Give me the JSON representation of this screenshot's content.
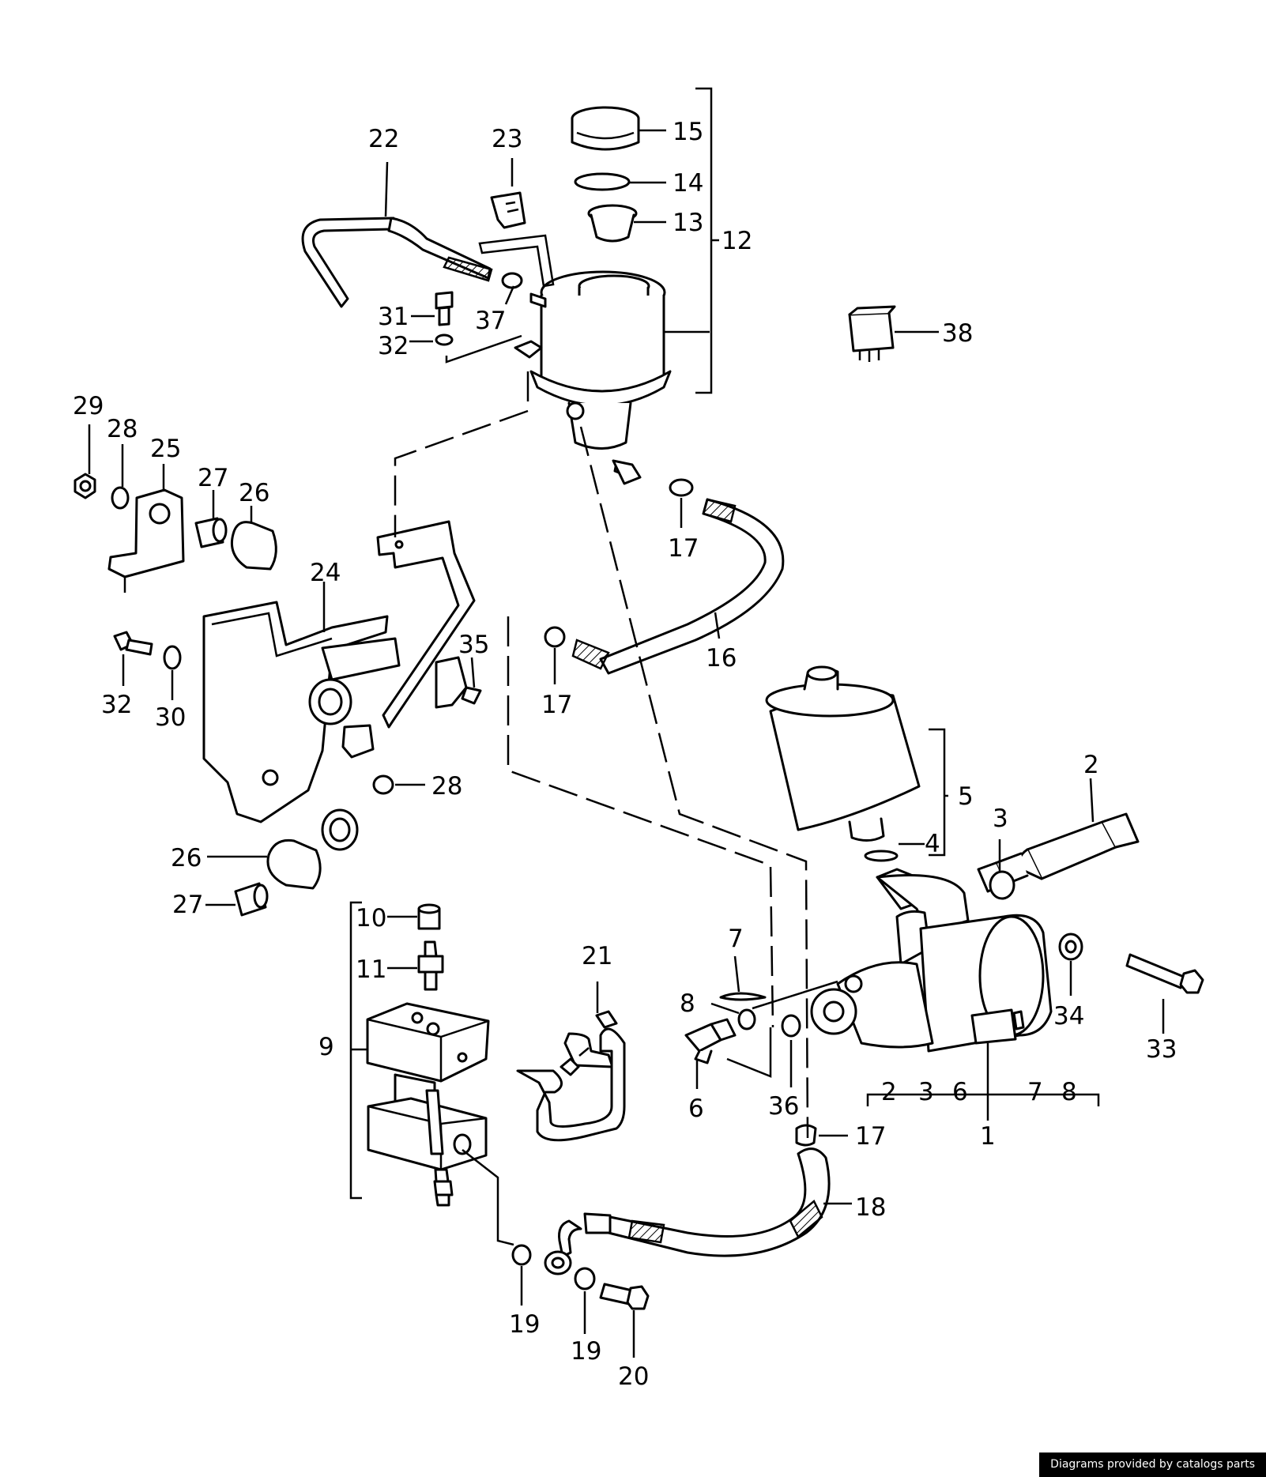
{
  "labels": {
    "l1": "1",
    "l2": "2",
    "l3": "3",
    "l4": "4",
    "l5": "5",
    "l6": "6",
    "l7": "7",
    "l8": "8",
    "l9": "9",
    "l10": "10",
    "l11": "11",
    "l12": "12",
    "l13": "13",
    "l14": "14",
    "l15": "15",
    "l16": "16",
    "l17a": "17",
    "l17b": "17",
    "l17c": "17",
    "l18": "18",
    "l19a": "19",
    "l19b": "19",
    "l20": "20",
    "l21": "21",
    "l22": "22",
    "l23": "23",
    "l24": "24",
    "l25": "25",
    "l26a": "26",
    "l26b": "26",
    "l27a": "27",
    "l27b": "27",
    "l28a": "28",
    "l28b": "28",
    "l29": "29",
    "l30": "30",
    "l31": "31",
    "l32a": "32",
    "l32b": "32",
    "l33": "33",
    "l34": "34",
    "l35": "35",
    "l36": "36",
    "l37": "37",
    "l38": "38"
  },
  "pump_group": {
    "g2": "2",
    "g3": "3",
    "g6": "6",
    "g7": "7",
    "g8": "8"
  },
  "credit": "Diagrams provided by catalogs parts"
}
